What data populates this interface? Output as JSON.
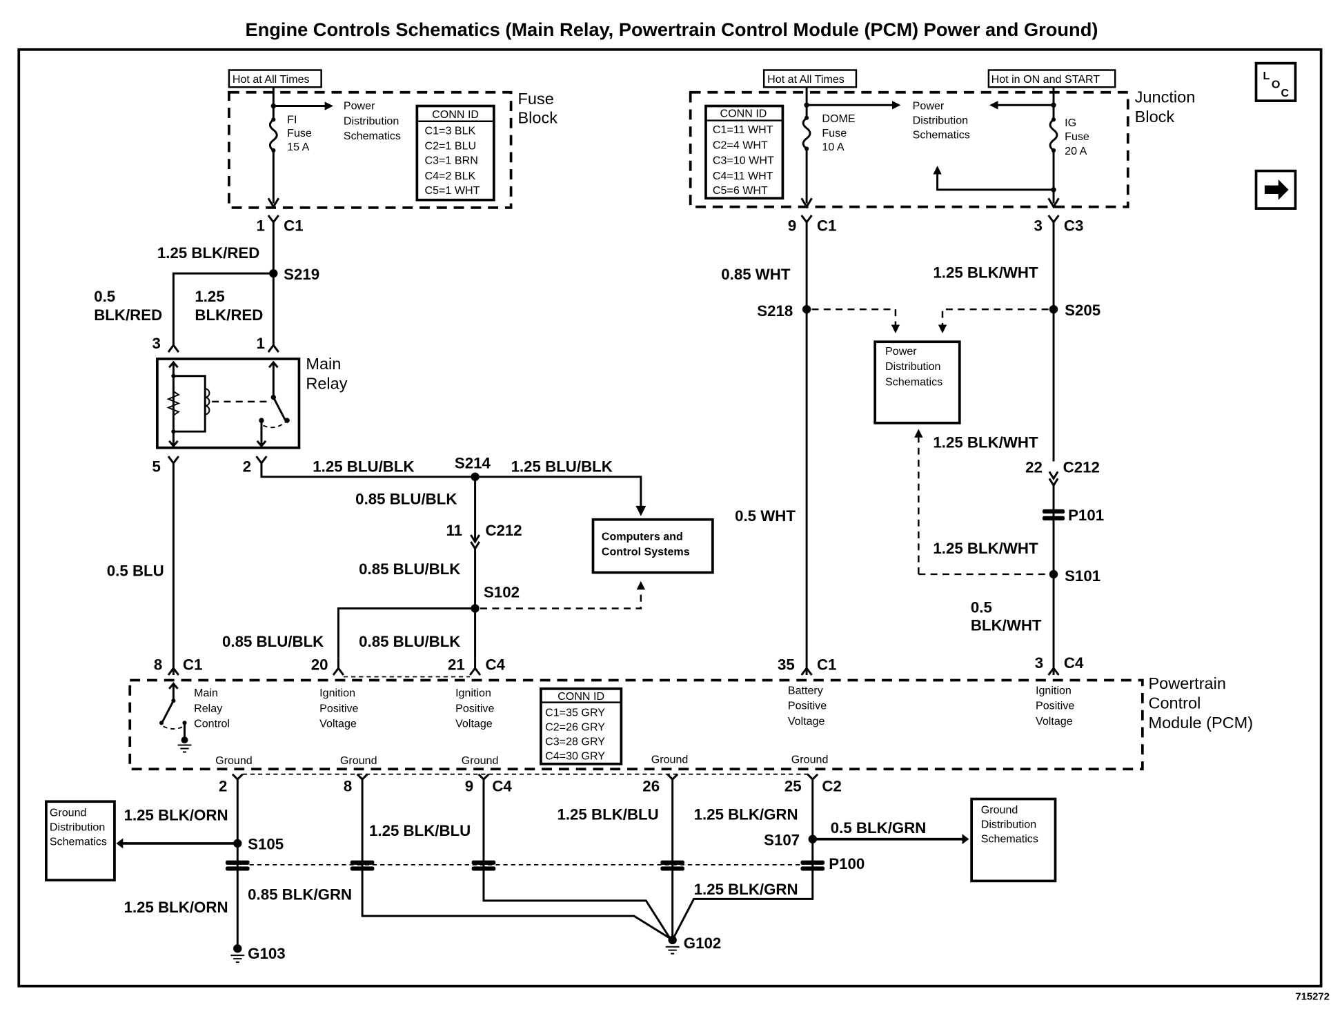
{
  "title": "Engine Controls Schematics (Main Relay, Powertrain Control Module (PCM) Power and Ground)",
  "figure_id": "715272",
  "nav": {
    "loc_icon": "LOC",
    "next_icon": "arrow-right"
  },
  "fuse_block": {
    "label_line1": "Fuse",
    "label_line2": "Block",
    "hot_label": "Hot at All Times",
    "fuse_name": "FI",
    "fuse_word": "Fuse",
    "fuse_rating": "15 A",
    "pd_line1": "Power",
    "pd_line2": "Distribution",
    "pd_line3": "Schematics",
    "conn_id": {
      "header": "CONN ID",
      "rows": [
        "C1=3 BLK",
        "C2=1 BLU",
        "C3=1 BRN",
        "C4=2 BLK",
        "C5=1 WHT"
      ]
    },
    "pin": "1",
    "connector": "C1"
  },
  "junction_block": {
    "label_line1": "Junction",
    "label_line2": "Block",
    "hot_always": "Hot at All Times",
    "hot_on_start": "Hot in ON and START",
    "dome_fuse": {
      "name": "DOME",
      "word": "Fuse",
      "rating": "10 A"
    },
    "ig_fuse": {
      "name": "IG",
      "word": "Fuse",
      "rating": "20 A"
    },
    "pd_line1": "Power",
    "pd_line2": "Distribution",
    "pd_line3": "Schematics",
    "conn_id": {
      "header": "CONN ID",
      "rows": [
        "C1=11 WHT",
        "C2=4 WHT",
        "C3=10 WHT",
        "C4=11 WHT",
        "C5=6 WHT"
      ]
    },
    "dome_pin": "9",
    "dome_connector": "C1",
    "ig_pin": "3",
    "ig_connector": "C3"
  },
  "main_relay": {
    "label_line1": "Main",
    "label_line2": "Relay",
    "pins": {
      "p3": "3",
      "p1": "1",
      "p5": "5",
      "p2": "2"
    }
  },
  "wires": {
    "fuse_to_s219": "1.25 BLK/RED",
    "s219_to_relay3_size": "0.5",
    "s219_to_relay3_color": "BLK/RED",
    "s219_to_relay1_size": "1.25",
    "s219_to_relay1_color": "BLK/RED",
    "relay2_to_s214": "1.25 BLU/BLK",
    "s214_to_computers": "1.25 BLU/BLK",
    "s214_to_c212": "0.85 BLU/BLK",
    "c212_to_s102": "0.85 BLU/BLK",
    "s102_to_pcm20": "0.85 BLU/BLK",
    "s102_to_pcm21": "0.85 BLU/BLK",
    "relay5_to_pcm8": "0.5 BLU",
    "dome_to_s218": "0.85 WHT",
    "s218_to_pcm35": "0.5 WHT",
    "ig_to_s205": "1.25 BLK/WHT",
    "s205_to_c212": "1.25 BLK/WHT",
    "p101_to_s101": "1.25 BLK/WHT",
    "s101_to_pcm3_size": "0.5",
    "s101_to_pcm3_color": "BLK/WHT",
    "pcm2_to_s105": "1.25 BLK/ORN",
    "s105_to_g103": "1.25 BLK/ORN",
    "pcm8_ground": "1.25 BLK/BLU",
    "pcm8_to_g102": "0.85 BLK/GRN",
    "pcm26_ground": "1.25 BLK/BLU",
    "pcm25_to_s107": "1.25 BLK/GRN",
    "s107_to_gds": "0.5 BLK/GRN",
    "p100_to_g102": "1.25 BLK/GRN"
  },
  "splices": {
    "s219": "S219",
    "s214": "S214",
    "s102": "S102",
    "s218": "S218",
    "s205": "S205",
    "s101": "S101",
    "s105": "S105",
    "s107": "S107"
  },
  "inline_connectors": {
    "c212_left": {
      "pin": "11",
      "name": "C212"
    },
    "c212_right": {
      "pin": "22",
      "name": "C212"
    },
    "p101": "P101",
    "p100": "P100"
  },
  "grounds": {
    "g103": "G103",
    "g102": "G102"
  },
  "boxes": {
    "computers_line1": "Computers and",
    "computers_line2": "Control Systems",
    "pd_line1": "Power",
    "pd_line2": "Distribution",
    "pd_line3": "Schematics",
    "gds_line1": "Ground",
    "gds_line2": "Distribution",
    "gds_line3": "Schematics"
  },
  "pcm": {
    "label_line1": "Powertrain",
    "label_line2": "Control",
    "label_line3": "Module (PCM)",
    "top_pins": [
      {
        "pin": "8",
        "conn": "C1",
        "desc": [
          "Main",
          "Relay",
          "Control"
        ]
      },
      {
        "pin": "20",
        "conn": "",
        "desc": [
          "Ignition",
          "Positive",
          "Voltage"
        ]
      },
      {
        "pin": "21",
        "conn": "C4",
        "desc": [
          "Ignition",
          "Positive",
          "Voltage"
        ]
      },
      {
        "pin": "35",
        "conn": "C1",
        "desc": [
          "Battery",
          "Positive",
          "Voltage"
        ]
      },
      {
        "pin": "3",
        "conn": "C4",
        "desc": [
          "Ignition",
          "Positive",
          "Voltage"
        ]
      }
    ],
    "bottom_pins": [
      {
        "pin": "2",
        "conn": "",
        "desc": "Ground"
      },
      {
        "pin": "8",
        "conn": "",
        "desc": "Ground"
      },
      {
        "pin": "9",
        "conn": "C4",
        "desc": "Ground"
      },
      {
        "pin": "26",
        "conn": "",
        "desc": "Ground"
      },
      {
        "pin": "25",
        "conn": "C2",
        "desc": "Ground"
      }
    ],
    "conn_id": {
      "header": "CONN ID",
      "rows": [
        "C1=35 GRY",
        "C2=26 GRY",
        "C3=28 GRY",
        "C4=30 GRY"
      ]
    }
  }
}
